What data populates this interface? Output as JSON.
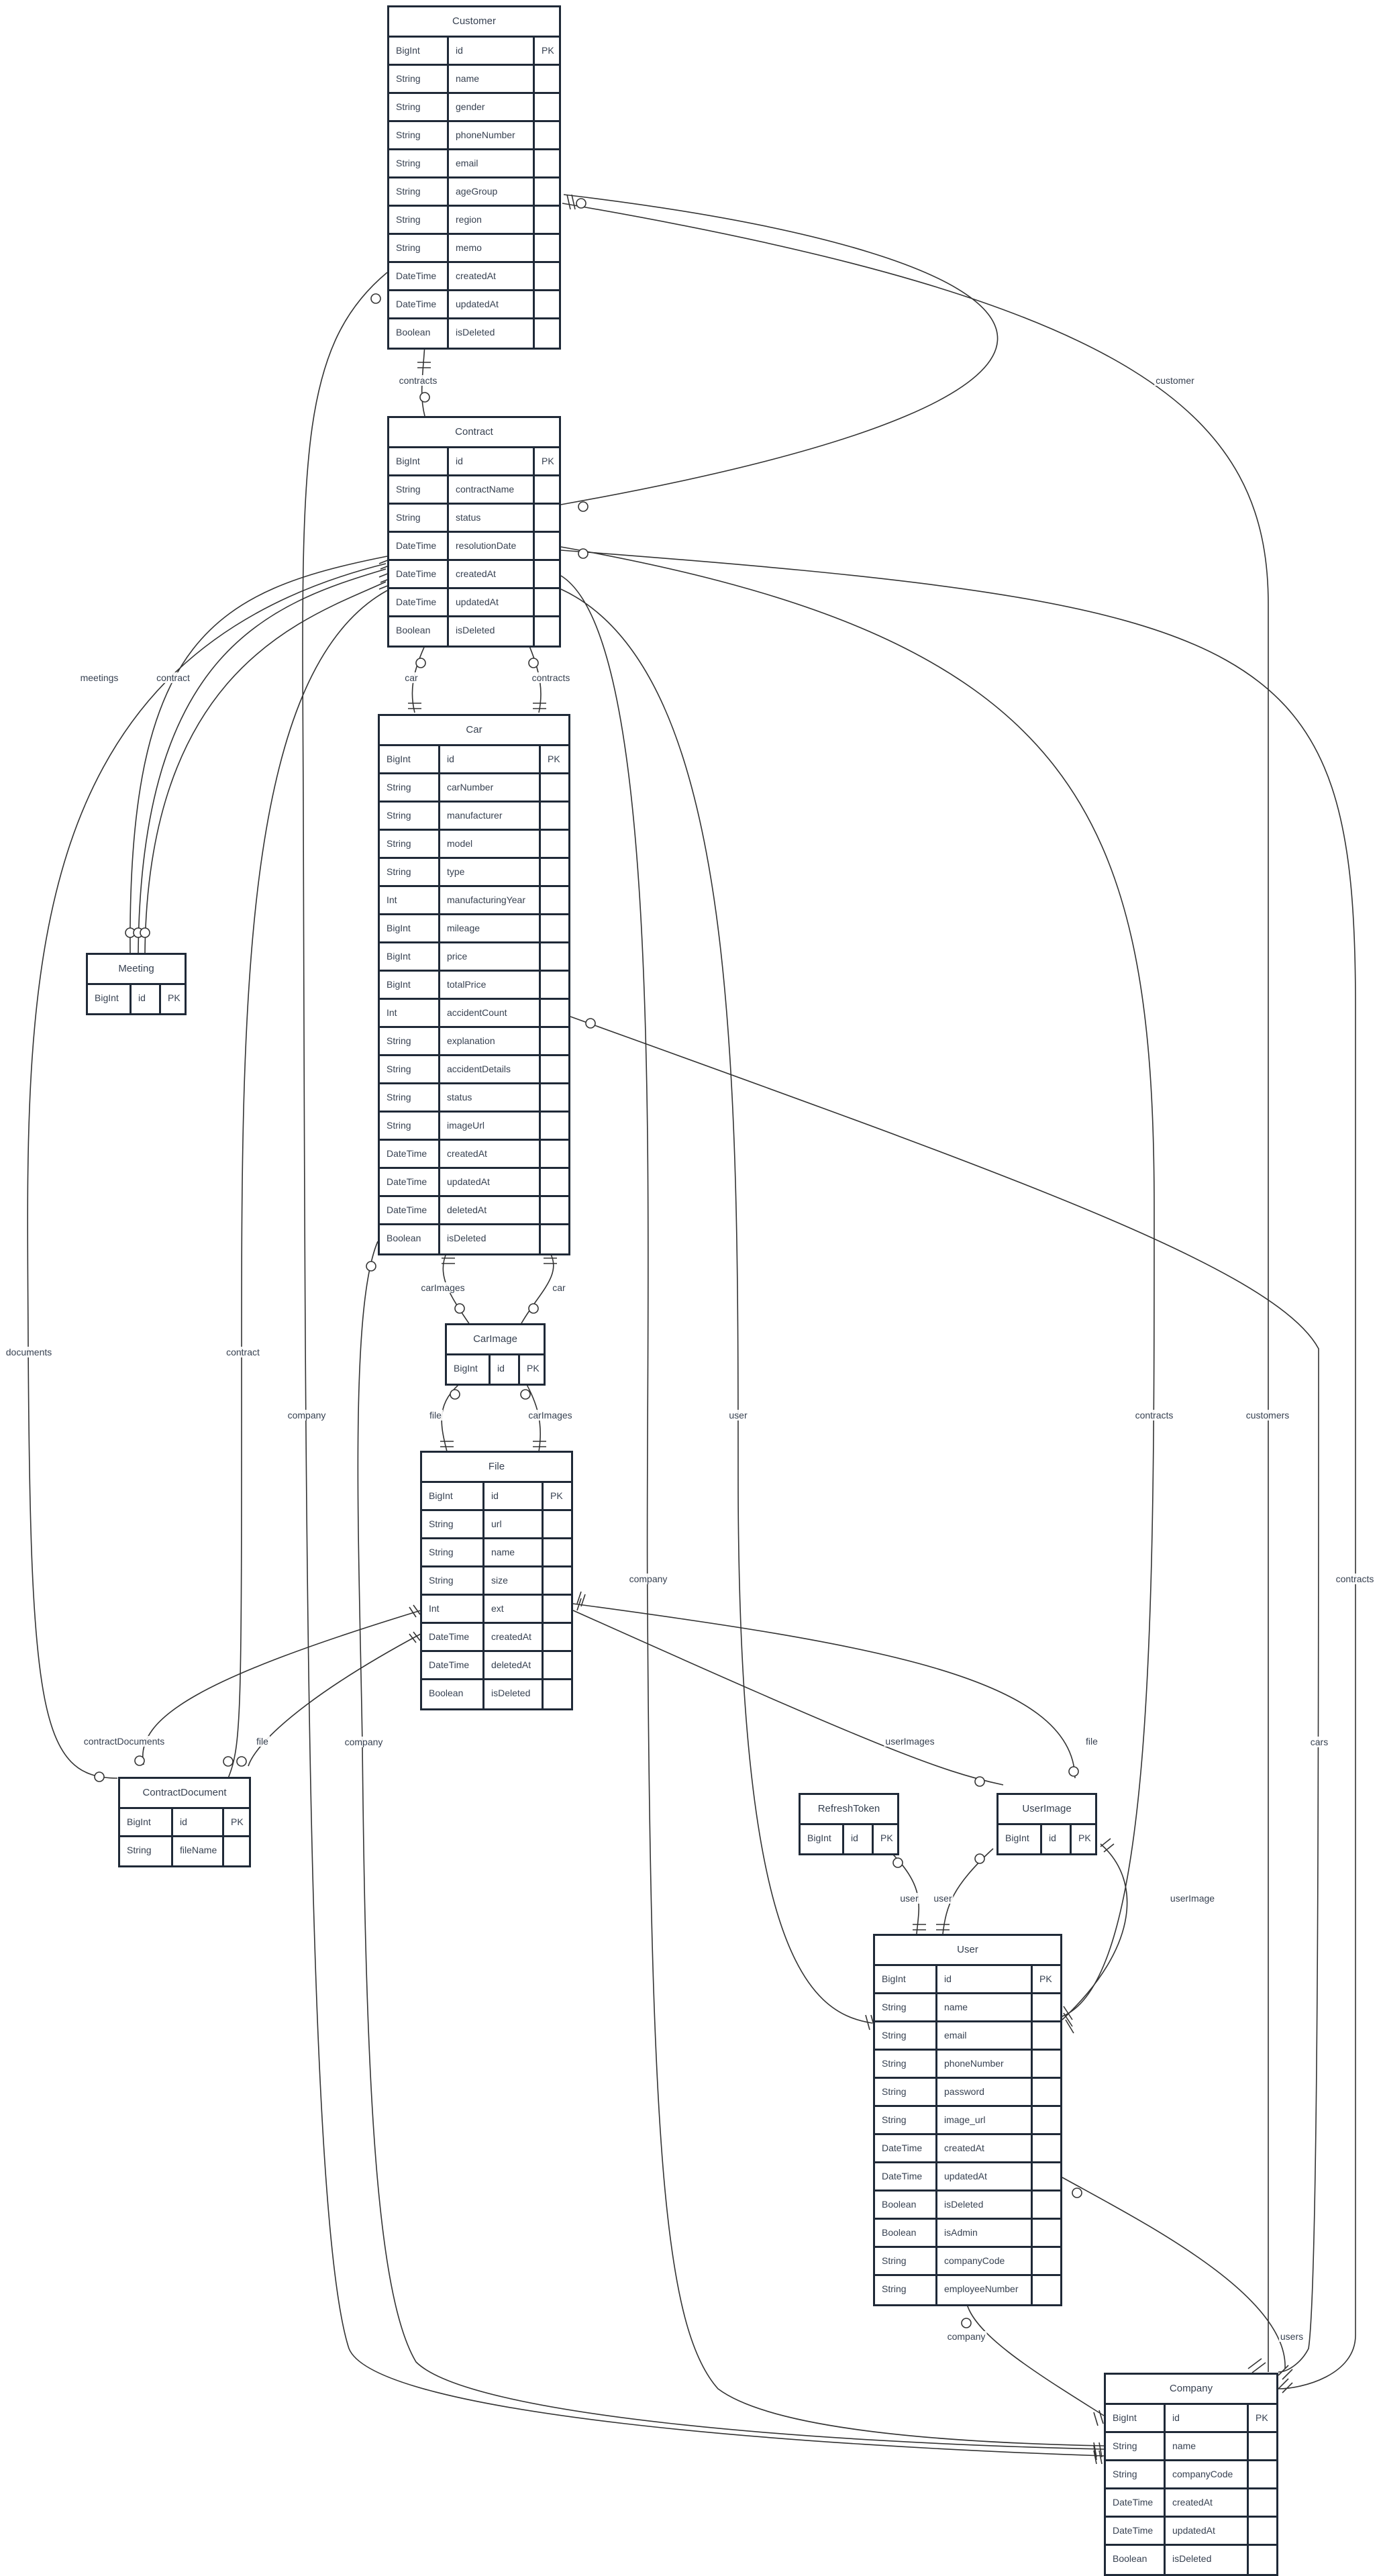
{
  "entities": [
    {
      "key": "customer",
      "name": "Customer",
      "rows": [
        [
          "BigInt",
          "id",
          "PK"
        ],
        [
          "String",
          "name",
          ""
        ],
        [
          "String",
          "gender",
          ""
        ],
        [
          "String",
          "phoneNumber",
          ""
        ],
        [
          "String",
          "email",
          ""
        ],
        [
          "String",
          "ageGroup",
          ""
        ],
        [
          "String",
          "region",
          ""
        ],
        [
          "String",
          "memo",
          ""
        ],
        [
          "DateTime",
          "createdAt",
          ""
        ],
        [
          "DateTime",
          "updatedAt",
          ""
        ],
        [
          "Boolean",
          "isDeleted",
          ""
        ]
      ]
    },
    {
      "key": "contract",
      "name": "Contract",
      "rows": [
        [
          "BigInt",
          "id",
          "PK"
        ],
        [
          "String",
          "contractName",
          ""
        ],
        [
          "String",
          "status",
          ""
        ],
        [
          "DateTime",
          "resolutionDate",
          ""
        ],
        [
          "DateTime",
          "createdAt",
          ""
        ],
        [
          "DateTime",
          "updatedAt",
          ""
        ],
        [
          "Boolean",
          "isDeleted",
          ""
        ]
      ]
    },
    {
      "key": "car",
      "name": "Car",
      "rows": [
        [
          "BigInt",
          "id",
          "PK"
        ],
        [
          "String",
          "carNumber",
          ""
        ],
        [
          "String",
          "manufacturer",
          ""
        ],
        [
          "String",
          "model",
          ""
        ],
        [
          "String",
          "type",
          ""
        ],
        [
          "Int",
          "manufacturingYear",
          ""
        ],
        [
          "BigInt",
          "mileage",
          ""
        ],
        [
          "BigInt",
          "price",
          ""
        ],
        [
          "BigInt",
          "totalPrice",
          ""
        ],
        [
          "Int",
          "accidentCount",
          ""
        ],
        [
          "String",
          "explanation",
          ""
        ],
        [
          "String",
          "accidentDetails",
          ""
        ],
        [
          "String",
          "status",
          ""
        ],
        [
          "String",
          "imageUrl",
          ""
        ],
        [
          "DateTime",
          "createdAt",
          ""
        ],
        [
          "DateTime",
          "updatedAt",
          ""
        ],
        [
          "DateTime",
          "deletedAt",
          ""
        ],
        [
          "Boolean",
          "isDeleted",
          ""
        ]
      ]
    },
    {
      "key": "meeting",
      "name": "Meeting",
      "rows": [
        [
          "BigInt",
          "id",
          "PK"
        ]
      ]
    },
    {
      "key": "carimage",
      "name": "CarImage",
      "rows": [
        [
          "BigInt",
          "id",
          "PK"
        ]
      ]
    },
    {
      "key": "file",
      "name": "File",
      "rows": [
        [
          "BigInt",
          "id",
          "PK"
        ],
        [
          "String",
          "url",
          ""
        ],
        [
          "String",
          "name",
          ""
        ],
        [
          "String",
          "size",
          ""
        ],
        [
          "Int",
          "ext",
          ""
        ],
        [
          "DateTime",
          "createdAt",
          ""
        ],
        [
          "DateTime",
          "deletedAt",
          ""
        ],
        [
          "Boolean",
          "isDeleted",
          ""
        ]
      ]
    },
    {
      "key": "contractdocument",
      "name": "ContractDocument",
      "rows": [
        [
          "BigInt",
          "id",
          "PK"
        ],
        [
          "String",
          "fileName",
          ""
        ]
      ]
    },
    {
      "key": "refreshtoken",
      "name": "RefreshToken",
      "rows": [
        [
          "BigInt",
          "id",
          "PK"
        ]
      ]
    },
    {
      "key": "userimage",
      "name": "UserImage",
      "rows": [
        [
          "BigInt",
          "id",
          "PK"
        ]
      ]
    },
    {
      "key": "user",
      "name": "User",
      "rows": [
        [
          "BigInt",
          "id",
          "PK"
        ],
        [
          "String",
          "name",
          ""
        ],
        [
          "String",
          "email",
          ""
        ],
        [
          "String",
          "phoneNumber",
          ""
        ],
        [
          "String",
          "password",
          ""
        ],
        [
          "String",
          "image_url",
          ""
        ],
        [
          "DateTime",
          "createdAt",
          ""
        ],
        [
          "DateTime",
          "updatedAt",
          ""
        ],
        [
          "Boolean",
          "isDeleted",
          ""
        ],
        [
          "Boolean",
          "isAdmin",
          ""
        ],
        [
          "String",
          "companyCode",
          ""
        ],
        [
          "String",
          "employeeNumber",
          ""
        ]
      ]
    },
    {
      "key": "company",
      "name": "Company",
      "rows": [
        [
          "BigInt",
          "id",
          "PK"
        ],
        [
          "String",
          "name",
          ""
        ],
        [
          "String",
          "companyCode",
          ""
        ],
        [
          "DateTime",
          "createdAt",
          ""
        ],
        [
          "DateTime",
          "updatedAt",
          ""
        ],
        [
          "Boolean",
          "isDeleted",
          ""
        ]
      ]
    }
  ],
  "relationships": [
    {
      "key": "customer-contracts",
      "label": "contracts"
    },
    {
      "key": "contract-customer",
      "label": "customer"
    },
    {
      "key": "contract-car",
      "label": "car"
    },
    {
      "key": "car-contracts",
      "label": "contracts"
    },
    {
      "key": "contract-meetings",
      "label": "meetings"
    },
    {
      "key": "meeting-contract",
      "label": "contract"
    },
    {
      "key": "contract-documents",
      "label": "documents"
    },
    {
      "key": "document-contract",
      "label": "contract"
    },
    {
      "key": "car-carimages",
      "label": "carImages"
    },
    {
      "key": "carimage-car",
      "label": "car"
    },
    {
      "key": "carimage-file",
      "label": "file"
    },
    {
      "key": "file-carimages",
      "label": "carImages"
    },
    {
      "key": "customer-company",
      "label": "company"
    },
    {
      "key": "car-company",
      "label": "company"
    },
    {
      "key": "contract-company",
      "label": "company"
    },
    {
      "key": "contract-user",
      "label": "user"
    },
    {
      "key": "user-contracts",
      "label": "contracts"
    },
    {
      "key": "company-customers",
      "label": "customers"
    },
    {
      "key": "company-contracts",
      "label": "contracts"
    },
    {
      "key": "company-cars",
      "label": "cars"
    },
    {
      "key": "file-contractdocuments",
      "label": "contractDocuments"
    },
    {
      "key": "contractdocument-file",
      "label": "file"
    },
    {
      "key": "file-userimages",
      "label": "userImages"
    },
    {
      "key": "userimage-file",
      "label": "file"
    },
    {
      "key": "refreshtoken-user",
      "label": "user"
    },
    {
      "key": "userimage-user",
      "label": "user"
    },
    {
      "key": "user-userimage",
      "label": "userImage"
    },
    {
      "key": "company-users",
      "label": "users"
    },
    {
      "key": "user-company",
      "label": "company"
    }
  ]
}
